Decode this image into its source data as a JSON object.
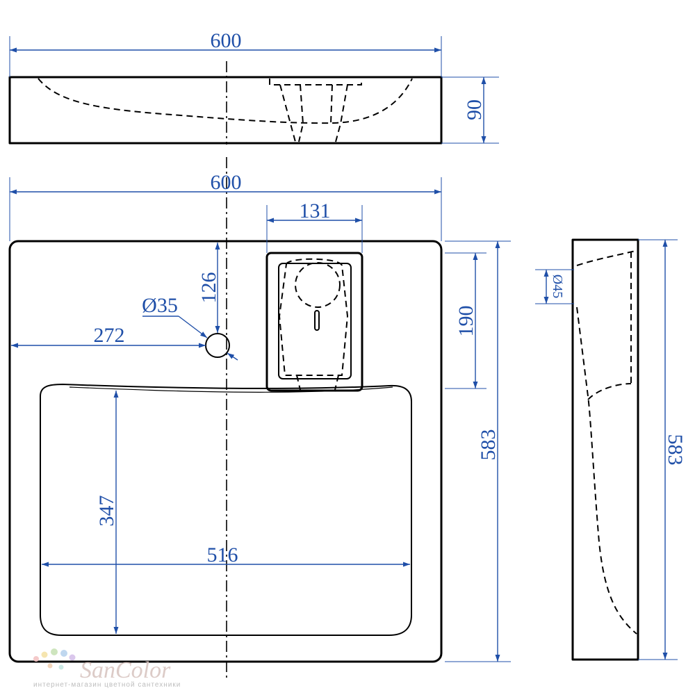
{
  "dimensions": {
    "top_width": "600",
    "top_height": "90",
    "plan_width": "600",
    "faucet_width": "131",
    "hole_offset_top": "126",
    "hole_diameter": "Ø35",
    "hole_offset_left": "272",
    "faucet_depth": "190",
    "overall_depth": "583",
    "bowl_depth": "347",
    "bowl_width": "516",
    "side_hole_diameter": "Ø45",
    "side_depth": "583"
  },
  "watermark": {
    "brand": "SanColor",
    "tagline": "интернет-магазин цветной сантехники"
  },
  "colors": {
    "dimension": "#1f4fa8",
    "outline": "#000000"
  }
}
